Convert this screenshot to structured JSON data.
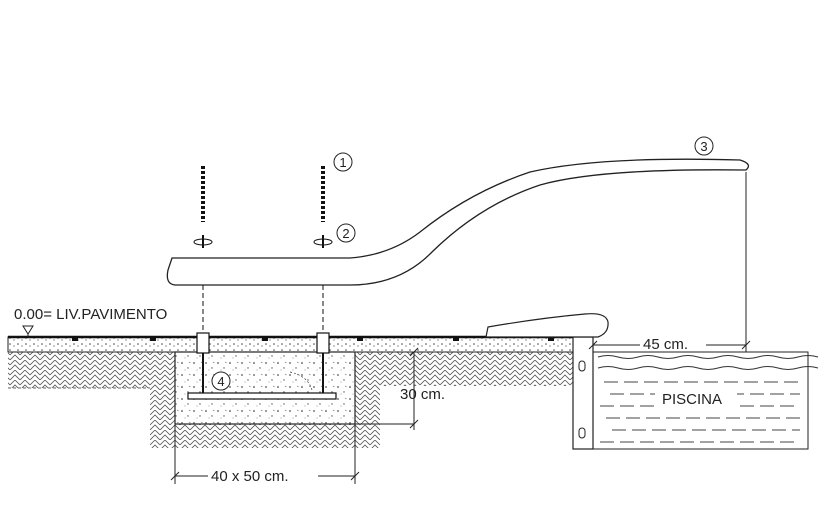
{
  "labels": {
    "level": "0.00= LIV.PAVIMENTO",
    "depth": "30 cm.",
    "size": "40 x 50 cm.",
    "overhang": "45 cm.",
    "pool": "PISCINA"
  },
  "callouts": [
    "1",
    "2",
    "3",
    "4"
  ]
}
